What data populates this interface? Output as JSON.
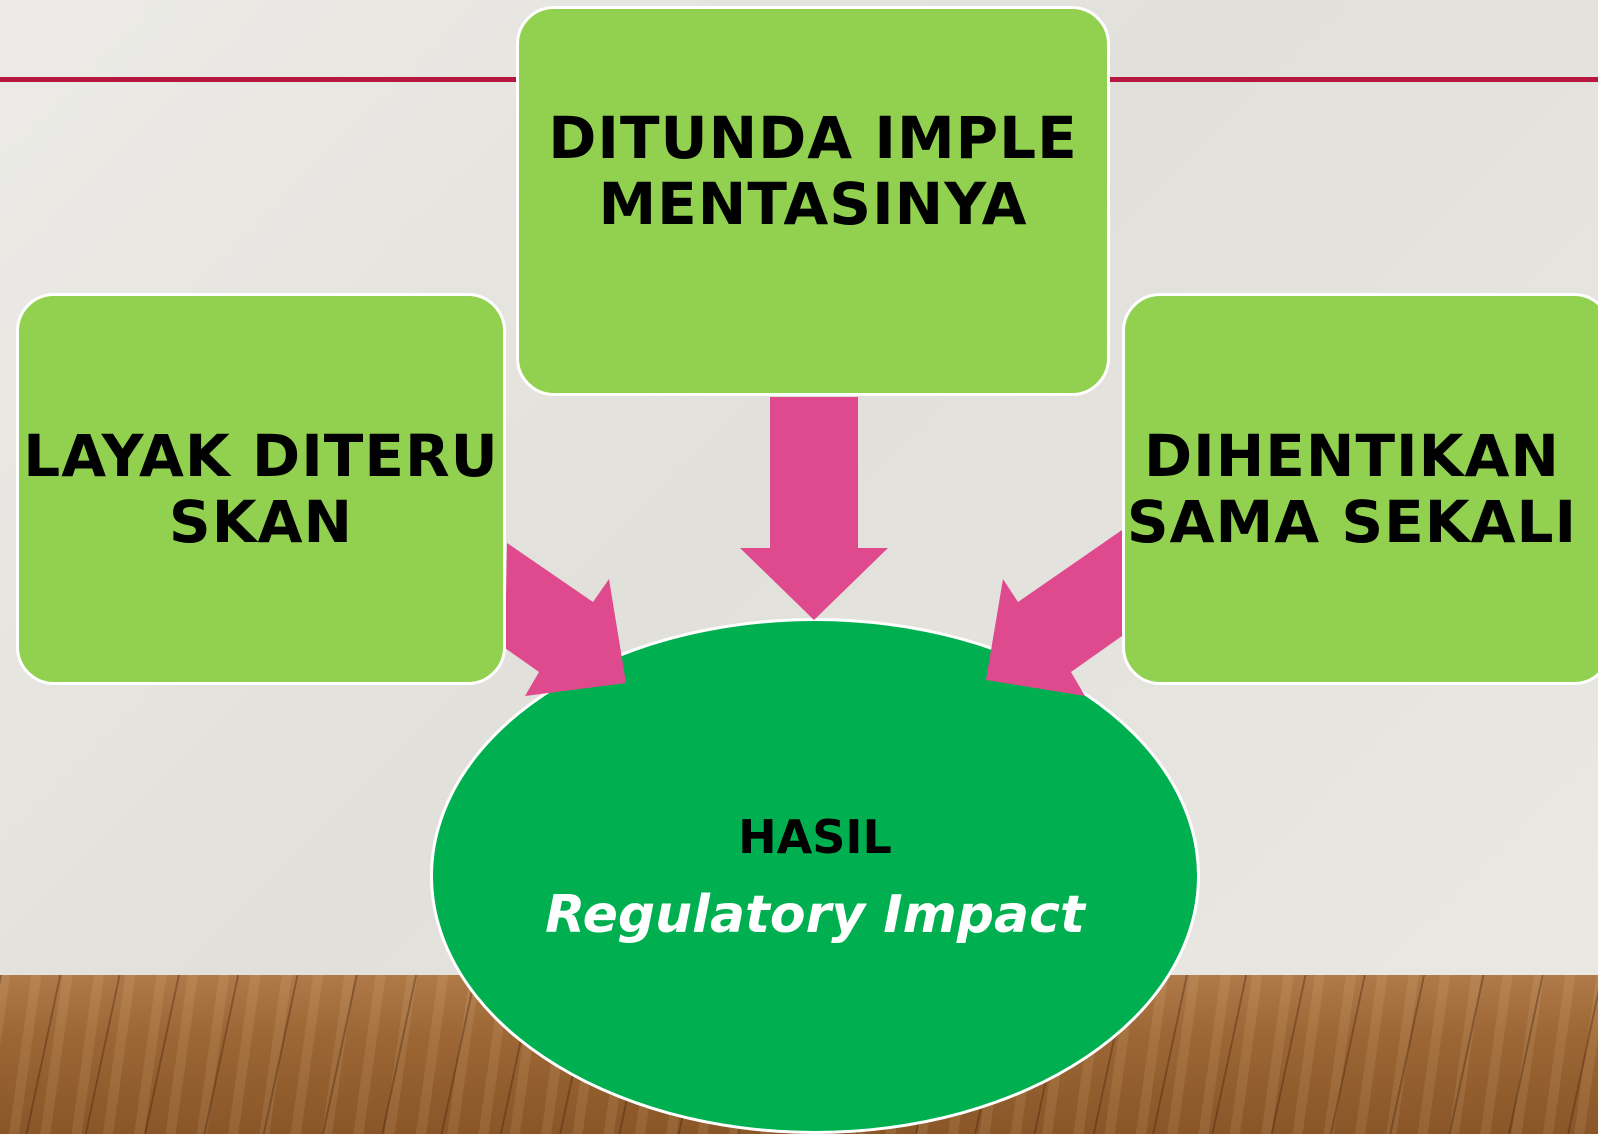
{
  "boxes": {
    "top": "DITUNDA IMPLEMENTASINYA",
    "left": "LAYAK DITERUSKAN",
    "right": "DIHENTIKAN SAMA SEKALI"
  },
  "result": {
    "title": "HASIL",
    "subtitle": "Regulatory Impact"
  },
  "colors": {
    "box_fill": "#92d050",
    "result_fill": "#00b050",
    "arrow": "#df4a8e",
    "accent_rule": "#b5173f"
  }
}
